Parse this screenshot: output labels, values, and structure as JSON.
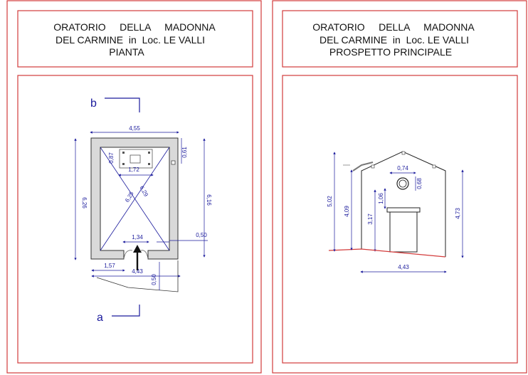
{
  "left_sheet": {
    "title_line1": "ORATORIO     DELLA     MADONNA",
    "title_line2": "DEL CARMINE  in  Loc. LE VALLI",
    "title_line3": "PIANTA",
    "section_b": "b",
    "section_a": "a",
    "dims": {
      "top_width": "4,55",
      "left_height": "6,26",
      "right_height": "6,16",
      "small_061": "0,61",
      "small_087": "0,87",
      "altar_width": "1,72",
      "diag1": "6,25",
      "diag2": "6,29",
      "door_inner": "1,34",
      "right_050": "0,50",
      "bottom_157": "1,57",
      "bottom_443": "4,43",
      "bottom_050": "0,50"
    }
  },
  "right_sheet": {
    "title_line1": "ORATORIO     DELLA     MADONNA",
    "title_line2": "DEL CARMINE  in  Loc. LE VALLI",
    "title_line3": "PROSPETTO PRINCIPALE",
    "dims": {
      "total_height_left": "5,02",
      "wall_height": "4,09",
      "door_height": "3,17",
      "window_height": "1,06",
      "oculus_width": "0,74",
      "oculus_height": "0,68",
      "total_height_right": "4,73",
      "base_width": "4,43"
    }
  },
  "colors": {
    "frame": "#d33b3b",
    "ink": "#1a1a9c",
    "wall_fill": "#d9d9d9"
  }
}
